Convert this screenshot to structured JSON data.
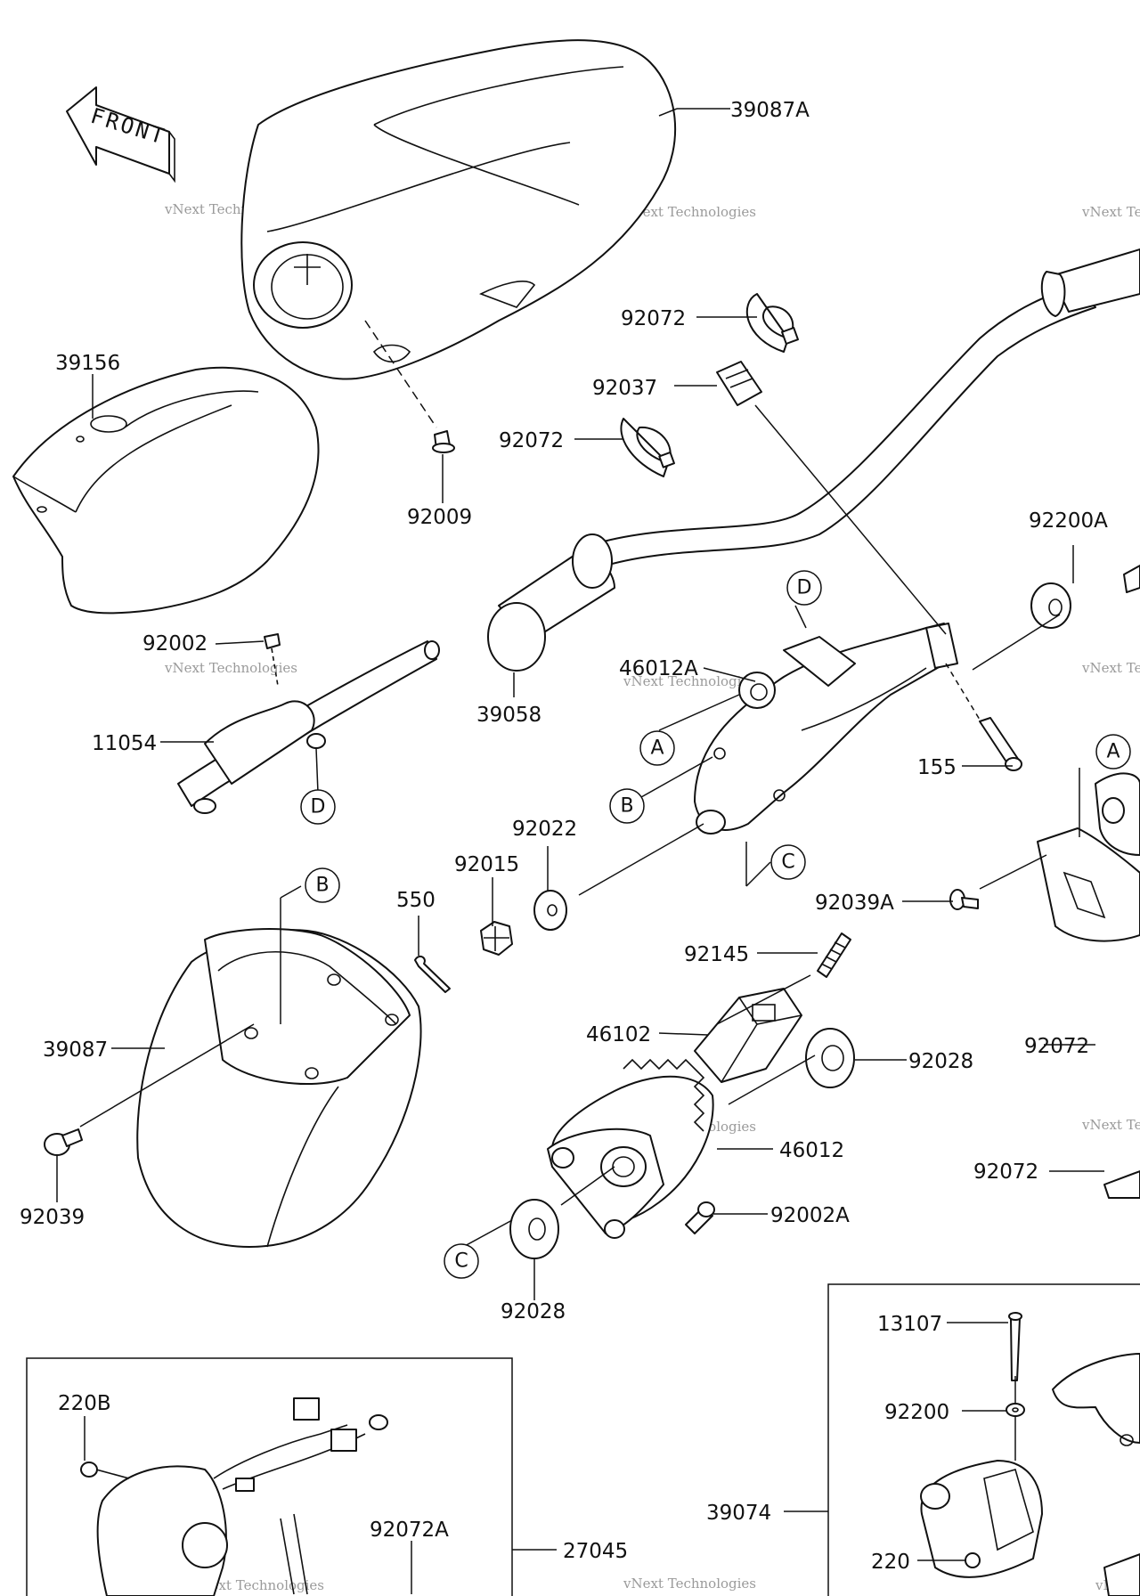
{
  "front_label": "FRONT",
  "watermark": {
    "line1": "vNext Technologies",
    "line2": "vNext\nTechnologies"
  },
  "parts": {
    "p39087A": "39087A",
    "p39156": "39156",
    "p92009": "92009",
    "p92072_top": "92072",
    "p92037": "92037",
    "p92072_mid": "92072",
    "p92200A": "92200A",
    "p92002": "92002",
    "p11054": "11054",
    "p39058": "39058",
    "p46012A": "46012A",
    "p155": "155",
    "p92022": "92022",
    "p92015": "92015",
    "p550": "550",
    "p92039A": "92039A",
    "p92145": "92145",
    "p39087": "39087",
    "p46102": "46102",
    "p92028_r": "92028",
    "p92072_r1": "92072",
    "p46012": "46012",
    "p92039": "92039",
    "p92072_r2": "92072",
    "p92002A": "92002A",
    "p92028_b": "92028",
    "p13107": "13107",
    "p220B": "220B",
    "p92200": "92200",
    "p39074": "39074",
    "p92072A": "92072A",
    "p27045": "27045",
    "p220": "220"
  },
  "refs": {
    "A": "A",
    "B": "B",
    "C": "C",
    "D": "D"
  }
}
